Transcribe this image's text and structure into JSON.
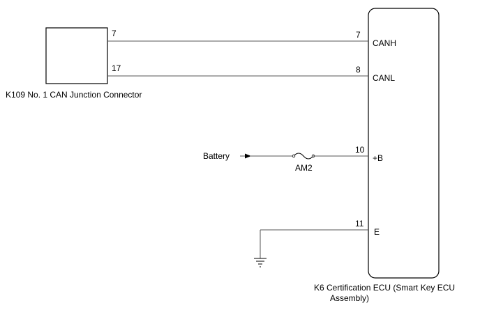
{
  "connector": {
    "label": "K109  No. 1 CAN Junction Connector",
    "pin_canh": "7",
    "pin_canl": "17"
  },
  "ecu": {
    "label_line1": "K6  Certification ECU (Smart Key ECU",
    "label_line2": "Assembly)",
    "pins": {
      "canh_num": "7",
      "canh_name": "CANH",
      "canl_num": "8",
      "canl_name": "CANL",
      "b_num": "10",
      "b_name": "+B",
      "e_num": "11",
      "e_name": "E"
    }
  },
  "power": {
    "source_label": "Battery",
    "fuse_label": "AM2"
  },
  "icons": [
    "fuse-icon",
    "ground-icon",
    "arrow-icon"
  ]
}
